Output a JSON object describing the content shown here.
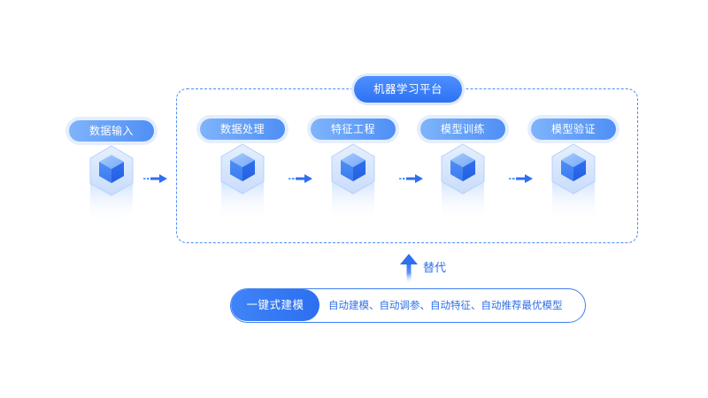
{
  "platform": {
    "title": "机器学习平台"
  },
  "input_step": {
    "label": "数据输入"
  },
  "steps": [
    {
      "label": "数据处理"
    },
    {
      "label": "特征工程"
    },
    {
      "label": "模型训练"
    },
    {
      "label": "模型验证"
    }
  ],
  "replace": {
    "label": "替代"
  },
  "oneclick": {
    "tag": "一键式建模",
    "description": "自动建模、自动调参、自动特征、自动推荐最优模型"
  },
  "colors": {
    "accent": "#2f72f2",
    "pill_start": "#7fb4fb",
    "pill_end": "#4f8ff5",
    "text_blue": "#2f6fe8"
  },
  "icons": {
    "cube": "cube-icon",
    "flow_arrow": "arrow-right-icon",
    "replace_arrow": "arrow-up-icon"
  }
}
